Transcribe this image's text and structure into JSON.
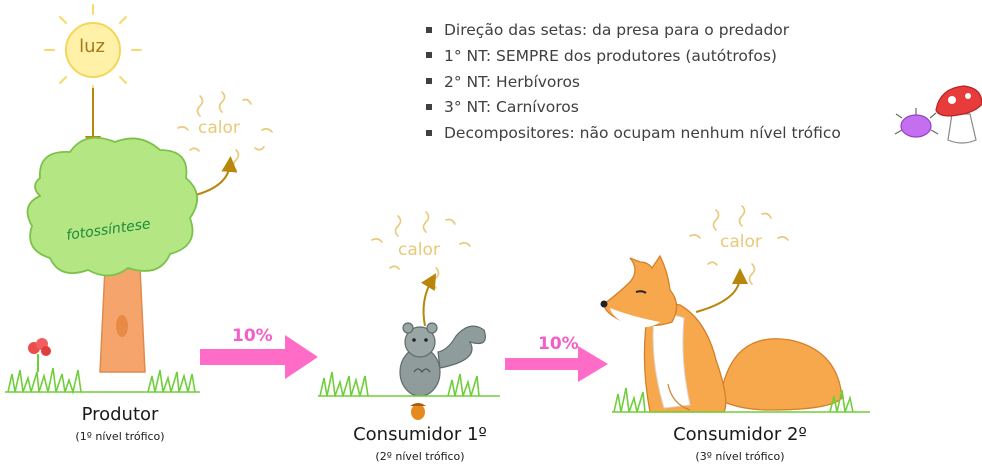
{
  "bullets": [
    "Direção das setas: da presa para o predador",
    "1° NT: SEMPRE dos produtores (autótrofos)",
    "2° NT: Herbívoros",
    "3° NT: Carnívoros",
    "Decompositores: não ocupam nenhum nível trófico"
  ],
  "sun_label": "luz",
  "heat_label": "calor",
  "photosynthesis_label": "fotossíntese",
  "transfer_percent": "10%",
  "producer": {
    "name": "Produtor",
    "level": "(1º nível trófico)"
  },
  "consumer1": {
    "name": "Consumidor 1º",
    "level": "(2º nível trófico)"
  },
  "consumer2": {
    "name": "Consumidor 2º",
    "level": "(3º nível trófico)"
  },
  "colors": {
    "sun": "#fbe27a",
    "energy_arrow": "#b8860b",
    "transfer_arrow": "#ff69c8",
    "tree_foliage": "#a8e07a",
    "tree_trunk": "#f2a56b",
    "grass": "#6fcf3a",
    "fox": "#f5a04a",
    "squirrel": "#8e9a9a",
    "heat": "#e9c977"
  },
  "icons": [
    "sun-icon",
    "tree-icon",
    "flower-icon",
    "squirrel-icon",
    "acorn-icon",
    "fox-icon",
    "bug-icon",
    "mushroom-icon"
  ]
}
